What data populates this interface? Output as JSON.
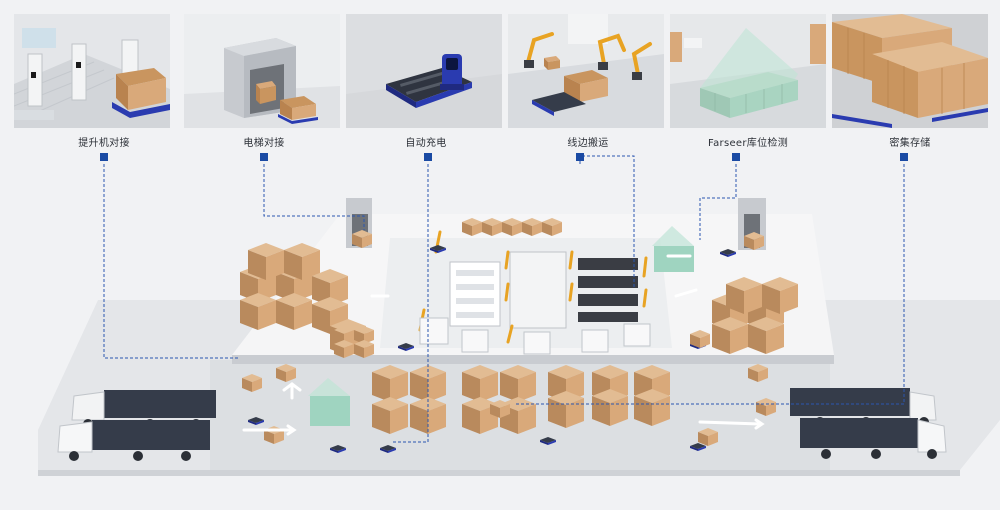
{
  "features": [
    {
      "id": "lift",
      "label": "提升机对接",
      "icon": "lift-docking-icon"
    },
    {
      "id": "elevator",
      "label": "电梯对接",
      "icon": "elevator-docking-icon"
    },
    {
      "id": "charge",
      "label": "自动充电",
      "icon": "auto-charging-icon"
    },
    {
      "id": "collab",
      "label": "线边搬运",
      "icon": "robot-arm-collaboration-icon"
    },
    {
      "id": "farseer",
      "label": "Farseer库位检测",
      "icon": "farseer-slot-detection-icon"
    },
    {
      "id": "dense",
      "label": "密集存储",
      "icon": "dense-storage-icon"
    }
  ],
  "colors": {
    "accent": "#1a4aa3",
    "connector": "#2a56b0",
    "box": "#d9a97a",
    "box_dark": "#b98a5d",
    "truck_cargo": "#353c4a",
    "agv": "#2a3bb0",
    "machine_dark": "#3a3d44",
    "detect_green": "#9fd4c0"
  }
}
